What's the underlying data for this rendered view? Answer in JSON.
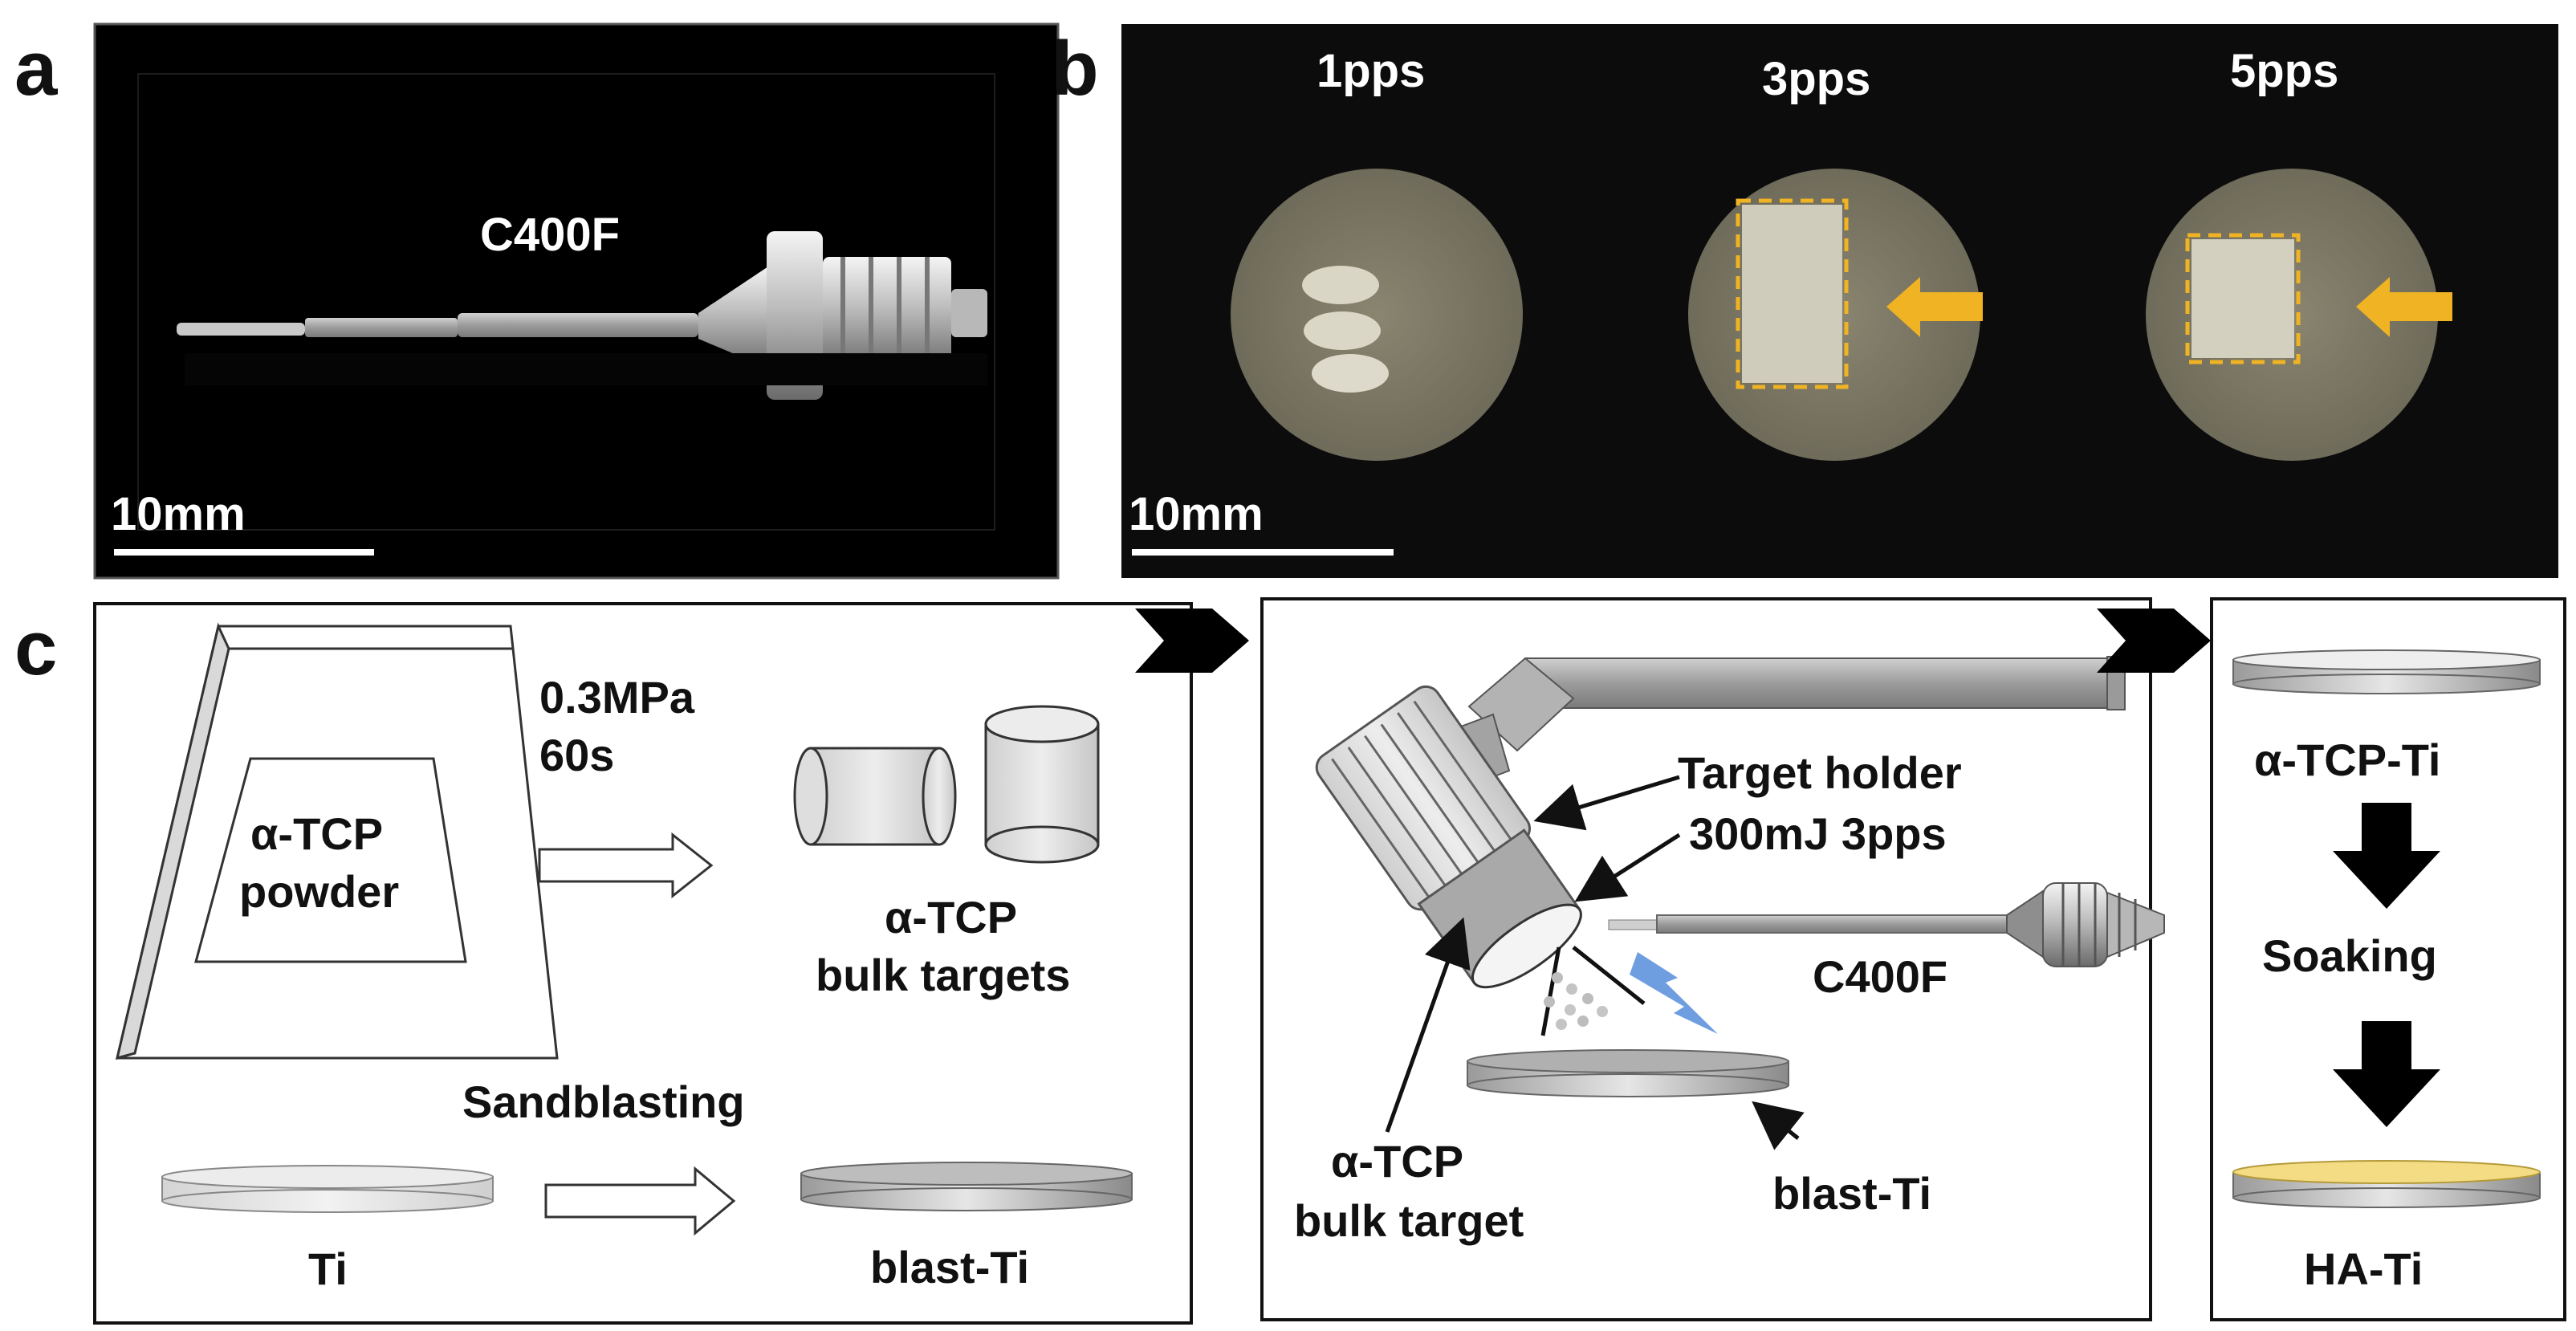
{
  "panel_letters": {
    "a": "a",
    "b": "b",
    "c": "c"
  },
  "panel_a": {
    "device_label": "C400F",
    "scale_bar_label": "10mm"
  },
  "panel_b": {
    "columns": [
      "1pps",
      "3pps",
      "5pps"
    ],
    "scale_bar_label": "10mm",
    "highlight_color": "#f0b323"
  },
  "panel_c": {
    "step1": {
      "powder_label_line1": "α-TCP",
      "powder_label_line2": "powder",
      "press_line1": "0.3MPa",
      "press_line2": "60s",
      "targets_line1": "α-TCP",
      "targets_line2": "bulk targets",
      "sandblasting_label": "Sandblasting",
      "ti_label": "Ti",
      "blast_ti_label": "blast-Ti"
    },
    "step2": {
      "holder_line1": "Target holder",
      "holder_line2": "300mJ  3pps",
      "device_label": "C400F",
      "target_line1": "α-TCP",
      "target_line2": "bulk target",
      "substrate_label": "blast-Ti",
      "laser_color": "#6f9ee0"
    },
    "step3": {
      "top_label": "α-TCP-Ti",
      "middle_label": "Soaking",
      "bottom_label": "HA-Ti",
      "coating_color": "#f3dc83"
    }
  }
}
